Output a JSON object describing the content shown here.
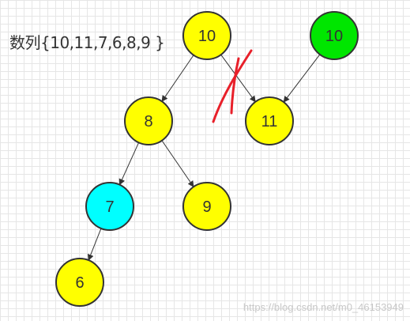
{
  "sequence_label": "数列{10,11,7,6,8,9 }",
  "watermark": "https://blog.csdn.net/m0_46153949",
  "colors": {
    "yellow": "#ffff00",
    "green": "#00e600",
    "cyan": "#00ffff",
    "stroke": "#333333",
    "edge": "#333333",
    "cross": "#e8202a"
  },
  "nodes": [
    {
      "id": "root-10",
      "label": "10",
      "color": "yellow"
    },
    {
      "id": "new-10",
      "label": "10",
      "color": "green"
    },
    {
      "id": "node-8",
      "label": "8",
      "color": "yellow"
    },
    {
      "id": "node-11",
      "label": "11",
      "color": "yellow"
    },
    {
      "id": "node-7",
      "label": "7",
      "color": "cyan"
    },
    {
      "id": "node-9",
      "label": "9",
      "color": "yellow"
    },
    {
      "id": "node-6",
      "label": "6",
      "color": "yellow"
    }
  ],
  "edges": [
    {
      "from": "root-10",
      "to": "node-8",
      "crossed": false
    },
    {
      "from": "root-10",
      "to": "node-11",
      "crossed": true
    },
    {
      "from": "new-10",
      "to": "node-11",
      "crossed": false
    },
    {
      "from": "node-8",
      "to": "node-7",
      "crossed": false
    },
    {
      "from": "node-8",
      "to": "node-9",
      "crossed": false
    },
    {
      "from": "node-7",
      "to": "node-6",
      "crossed": false
    }
  ]
}
